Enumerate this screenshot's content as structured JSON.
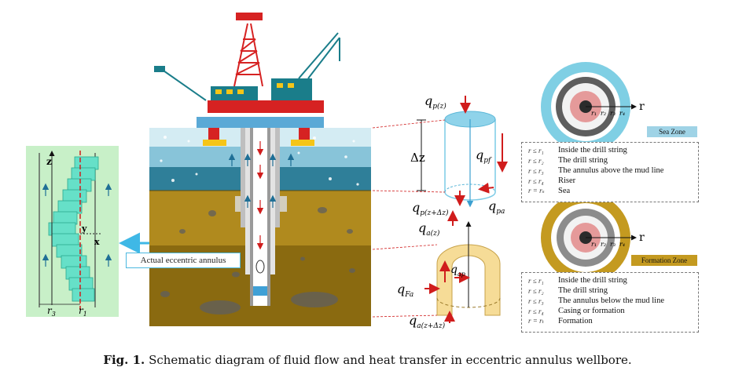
{
  "caption": {
    "label": "Fig. 1.",
    "text": "Schematic diagram of fluid flow and heat transfer in eccentric annulus wellbore."
  },
  "callout": {
    "text": "Actual eccentric annulus"
  },
  "annulus_panel": {
    "z_label": "z",
    "y_label": "y",
    "x_label": "x",
    "r3_label": "r",
    "r3_sub": "3",
    "r1_label": "r",
    "r1_sub": "1"
  },
  "element_labels": {
    "q_p": "q",
    "q_p_sub": "p(z)",
    "delta_z": "Δz",
    "q_pf": "q",
    "q_pf_sub": "pf",
    "q_p_dz": "q",
    "q_p_dz_sub": "p(z+Δz)",
    "q_pa": "q",
    "q_pa_sub": "pa",
    "q_a": "q",
    "q_a_sub": "a(z)",
    "q_ap": "q",
    "q_ap_sub": "ap",
    "q_Fa": "q",
    "q_Fa_sub": "Fa",
    "q_a_dz": "q",
    "q_a_dz_sub": "a(z+Δz)"
  },
  "sea_zone": {
    "axis_label": "r",
    "radii": [
      "r₁",
      "r₂",
      "r₃",
      "r₄"
    ],
    "tag": "Sea Zone",
    "legend": [
      {
        "sym": "r ≤ r₁",
        "desc": "Inside the drill string"
      },
      {
        "sym": "r ≤ r₂",
        "desc": "The drill string"
      },
      {
        "sym": "r ≤ r₃",
        "desc": "The annulus above the mud line"
      },
      {
        "sym": "r ≤ r₄",
        "desc": "Riser"
      },
      {
        "sym": "r = rₛ",
        "desc": "Sea"
      }
    ]
  },
  "formation_zone": {
    "axis_label": "r",
    "radii": [
      "r₁",
      "r₂",
      "r₃",
      "r₄"
    ],
    "tag": "Formation Zone",
    "legend": [
      {
        "sym": "r ≤ r₁",
        "desc": "Inside the drill string"
      },
      {
        "sym": "r ≤ r₂",
        "desc": "The drill string"
      },
      {
        "sym": "r ≤ r₃",
        "desc": "The annulus below the mud line"
      },
      {
        "sym": "r ≤ r₄",
        "desc": "Casing or formation"
      },
      {
        "sym": "r = rₜ",
        "desc": "Formation"
      }
    ]
  },
  "colors": {
    "sea_light": "#d4ecf3",
    "sea_mid": "#88c4d9",
    "sea_deep": "#2f7f99",
    "formation_upper": "#b08a1e",
    "formation_lower": "#8a6a10",
    "annulus_panel_bg": "#c8f0c8",
    "segment_fill": "#66e0c8",
    "sea_ring": "#7fcfe4",
    "formation_ring": "#c49a20",
    "arrow_red": "#d01c1c",
    "arrow_blue": "#1f6f96"
  }
}
